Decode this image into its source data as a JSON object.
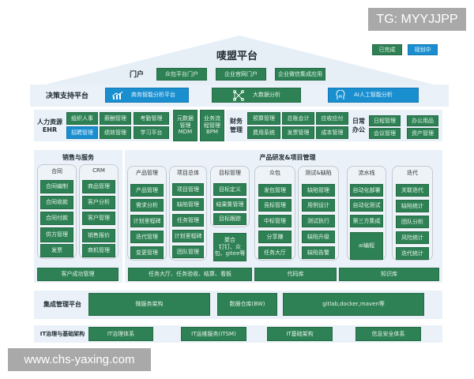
{
  "title": "唛盟平台",
  "legend": {
    "done": {
      "label": "已完成",
      "color": "#2e8154"
    },
    "planned": {
      "label": "规划中",
      "color": "#1a8fd0"
    }
  },
  "portal": {
    "label": "门户",
    "items": [
      "众包平台门户",
      "企业官网门户",
      "企业微信集成应用"
    ]
  },
  "decision": {
    "label": "决策支持平台",
    "items": [
      {
        "label": "商务智能分析平台",
        "icon": "chart-growth-icon",
        "status": "planned"
      },
      {
        "label": "大数据分析",
        "icon": "network-nodes-icon",
        "status": "done"
      },
      {
        "label": "AI人工智能分析",
        "icon": "ai-head-icon",
        "status": "planned"
      }
    ]
  },
  "hr": {
    "label_line1": "人力资源",
    "label_line2": "EHR",
    "items": [
      {
        "label": "组织人事",
        "status": "done"
      },
      {
        "label": "薪酬管理",
        "status": "done"
      },
      {
        "label": "考勤管理",
        "status": "done"
      },
      {
        "label": "招聘管理",
        "status": "planned"
      },
      {
        "label": "绩效管理",
        "status": "done"
      },
      {
        "label": "学习平台",
        "status": "done"
      }
    ]
  },
  "mdm": {
    "line1": "元数据",
    "line2": "管理",
    "line3": "MDM"
  },
  "bpm": {
    "line1": "业务流",
    "line2": "程管理",
    "line3": "BPM"
  },
  "finance": {
    "label_line1": "财务",
    "label_line2": "管理",
    "items": [
      "预算管理",
      "总账会计",
      "应收应付",
      "费用系统",
      "发票管理",
      "成本管理"
    ]
  },
  "office": {
    "label_line1": "日常",
    "label_line2": "办公",
    "items": [
      "日程管理",
      "办公用品",
      "会议管理",
      "资产管理"
    ]
  },
  "sales": {
    "title": "销售与服务",
    "contract": {
      "title": "合同",
      "items": [
        "合同编制",
        "合同收款",
        "合同付款",
        "供方管理",
        "发票"
      ]
    },
    "crm": {
      "title": "CRM",
      "items": [
        "商品管理",
        "客户分析",
        "客户管理",
        "销售报价",
        "商机管理"
      ]
    },
    "footer": "客户成功管理"
  },
  "product": {
    "title": "产品研发&项目管理",
    "columns": [
      {
        "title": "产品管理",
        "items": [
          "产品管理",
          "需求分析",
          "计划里程碑",
          "迭代管理",
          "变更管理"
        ]
      },
      {
        "title": "项目总体",
        "items": [
          "项目管理",
          "缺陷管理",
          "任务管理",
          "计划里程碑",
          "团队管理"
        ]
      },
      {
        "title": "目标管理",
        "items": [
          "目标定义",
          "结果集管理",
          "目标跟踪"
        ]
      },
      {
        "title": "众包",
        "items": [
          "发包管理",
          "竞标管理",
          "中标管理",
          "分享赚",
          "任务大厅"
        ]
      },
      {
        "title": "测试&缺陷",
        "items": [
          "缺陷管理",
          "用例设计",
          "测试执行",
          "缺陷升级",
          "缺陷告警"
        ]
      },
      {
        "title": "流水线",
        "items": [
          "自动化部署",
          "自动化测试",
          "第三方集成",
          "ai编程"
        ]
      },
      {
        "title": "迭代",
        "items": [
          "关联迭代",
          "缺陷统计",
          "团队分析",
          "风险统计",
          "迭代统计"
        ]
      }
    ],
    "aggregate": {
      "line1": "聚合",
      "line2": "钉钉、众",
      "line3": "包、gitee等"
    },
    "footers": [
      "任务大厅、任务验收、结算、看板",
      "代码库",
      "知识库"
    ]
  },
  "integration": {
    "label": "集成管理平台",
    "items": [
      "微服务架构",
      "数据仓库(BW)",
      "gitlab,docker,maven等"
    ]
  },
  "it": {
    "label": "IT治理与基础架构",
    "items": [
      "IT治理体系",
      "IT运维服务(ITSM)",
      "IT基础架构",
      "信息安全体系"
    ]
  },
  "watermarks": {
    "top": "TG: MYYJJPP",
    "bottom": "www.chs-yaxing.com"
  }
}
